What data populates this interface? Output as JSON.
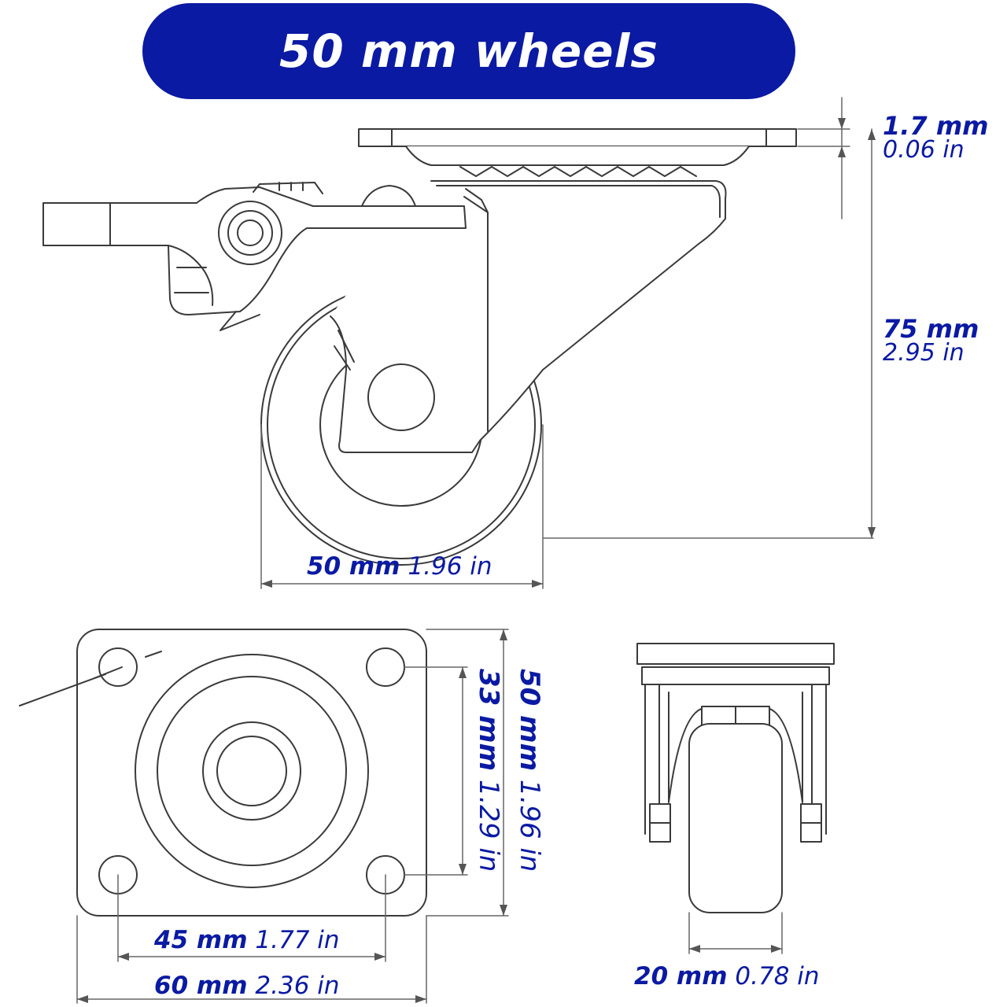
{
  "title": "50 mm wheels",
  "colors": {
    "accent": "#0a1aa3",
    "line": "#3a3a3a",
    "dimension_text": "#0a1aa3"
  },
  "dimensions": {
    "plate_thickness": {
      "mm": "1.7 mm",
      "in": "0.06 in"
    },
    "total_height": {
      "mm": "75 mm",
      "in": "2.95 in"
    },
    "wheel_diameter": {
      "mm": "50 mm",
      "in": "1.96 in"
    },
    "plate_length": {
      "mm": "50 mm",
      "in": "1.96 in"
    },
    "hole_spacing_vertical": {
      "mm": "33 mm",
      "in": "1.29 in"
    },
    "hole_spacing_horizontal": {
      "mm": "45 mm",
      "in": "1.77 in"
    },
    "plate_width": {
      "mm": "60 mm",
      "in": "2.36 in"
    },
    "wheel_width": {
      "mm": "20 mm",
      "in": "0.78 in"
    }
  }
}
